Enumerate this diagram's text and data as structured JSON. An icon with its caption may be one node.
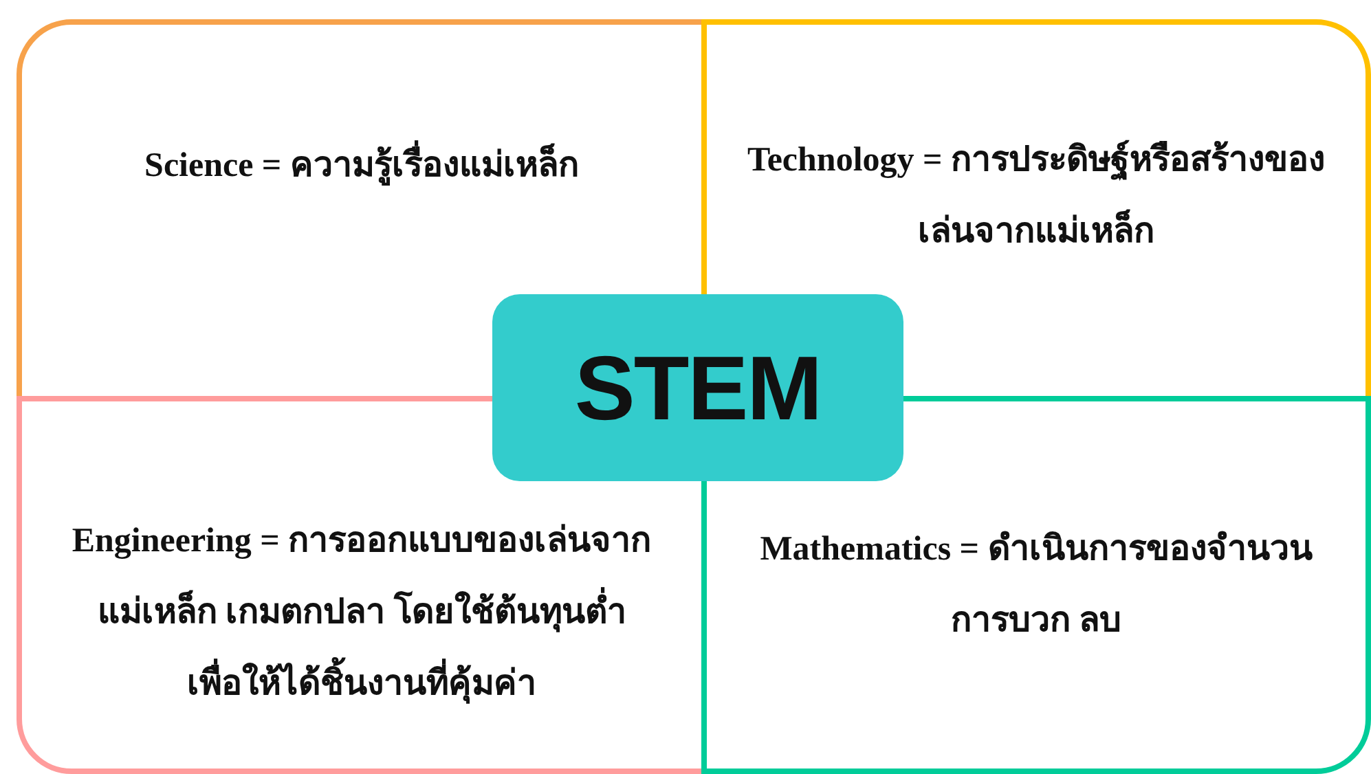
{
  "diagram": {
    "nodes": [
      {
        "text": [
          "Science = ความรู้เรื่องแม่เหล็ก"
        ]
      },
      {
        "text": [
          "Technology = การประดิษฐ์หรือสร้างของเล่นจากแม่เหล็ก"
        ]
      },
      {
        "text": [
          "STEM"
        ]
      },
      {
        "text": [
          "Engineering = การออกแบบของเล่นจากแม่เหล็ก เกมตกปลา โดยใช้ต้นทุนต่ำ เพื่อให้ได้ชิ้นงานที่คุ้มค่า"
        ]
      },
      {
        "text": [
          "Mathematics = ดำเนินการของจำนวนการบวก ลบ"
        ]
      }
    ]
  }
}
